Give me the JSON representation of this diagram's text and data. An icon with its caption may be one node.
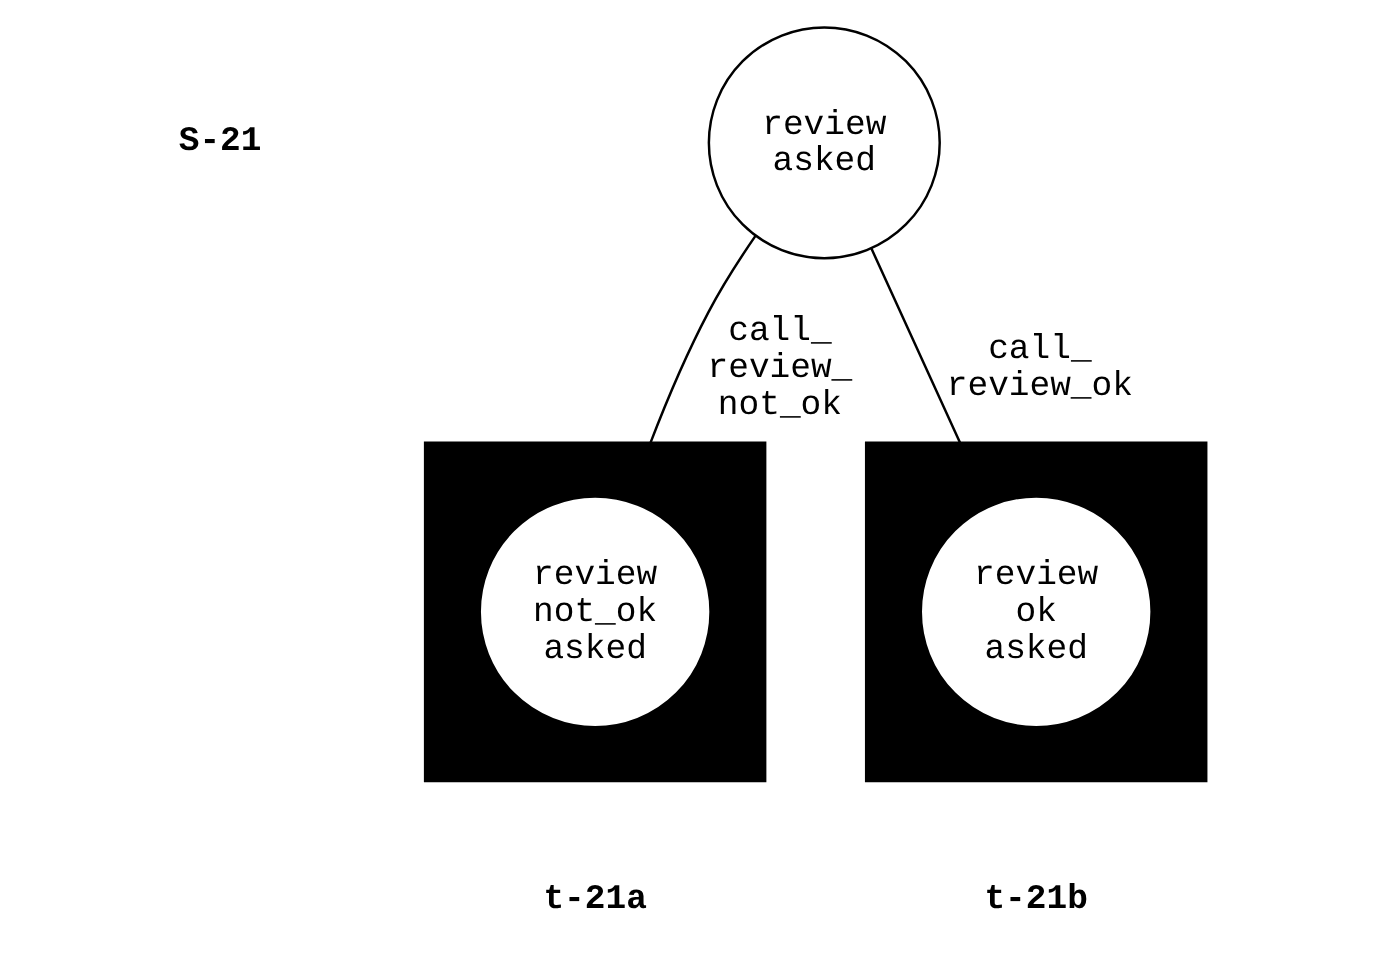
{
  "diagram": {
    "nodes": [
      {
        "text": [
          "review asked"
        ]
      },
      {
        "text": [],
        "shape": "box",
        "beside": [
          "t-21a"
        ]
      },
      {
        "text": [
          "review not_ok asked"
        ],
        "in": 1
      },
      {
        "text": [],
        "shape": "box",
        "beside": [
          "t-21b"
        ]
      },
      {
        "text": [
          "review ok asked"
        ],
        "in": 3
      }
    ],
    "edges": [
      {
        "from": 0,
        "to": 1,
        "arrow": "none",
        "label": "call_ review_ not_ok"
      },
      {
        "from": 0,
        "to": 3,
        "arrow": "none",
        "label": "call_ review_ok"
      }
    ],
    "labels": [
      "S-21"
    ]
  }
}
